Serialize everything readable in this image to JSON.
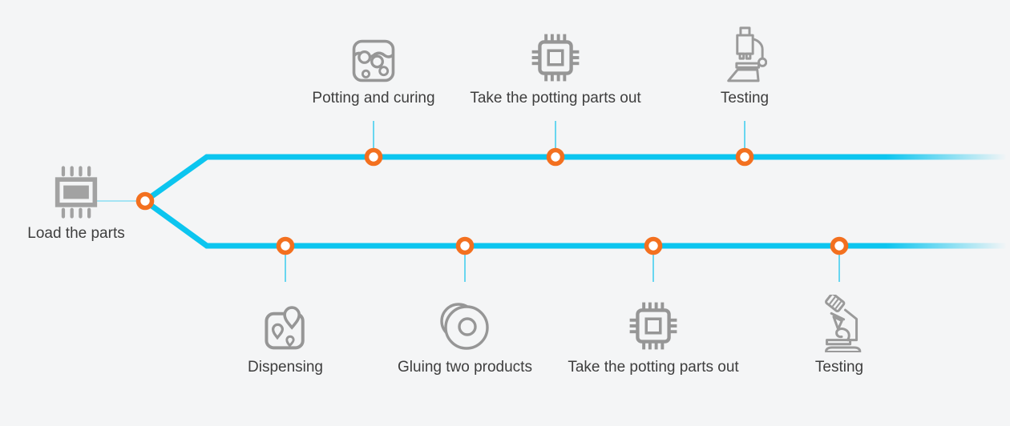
{
  "diagram": {
    "start": {
      "label": "Load the parts",
      "icon": "chip-icon"
    },
    "top_branch": {
      "steps": [
        {
          "label": "Potting and curing",
          "icon": "potting-container-icon"
        },
        {
          "label": "Take the potting parts out",
          "icon": "cpu-chip-icon"
        },
        {
          "label": "Testing",
          "icon": "microscope-icon"
        }
      ]
    },
    "bottom_branch": {
      "steps": [
        {
          "label": "Dispensing",
          "icon": "dispensing-pins-icon"
        },
        {
          "label": "Gluing two products",
          "icon": "glued-discs-icon"
        },
        {
          "label": "Take the potting parts out",
          "icon": "cpu-chip-icon"
        },
        {
          "label": "Testing",
          "icon": "microscope-tilted-icon"
        }
      ]
    },
    "colors": {
      "background": "#F4F5F6",
      "line": "#0CC5EF",
      "connector": "#45CEEF",
      "intro_line": "#8ADEF3",
      "node_ring": "#F3701F",
      "node_fill": "#FFFFFF",
      "icon": "#969696",
      "text": "#3E3E3E"
    }
  }
}
